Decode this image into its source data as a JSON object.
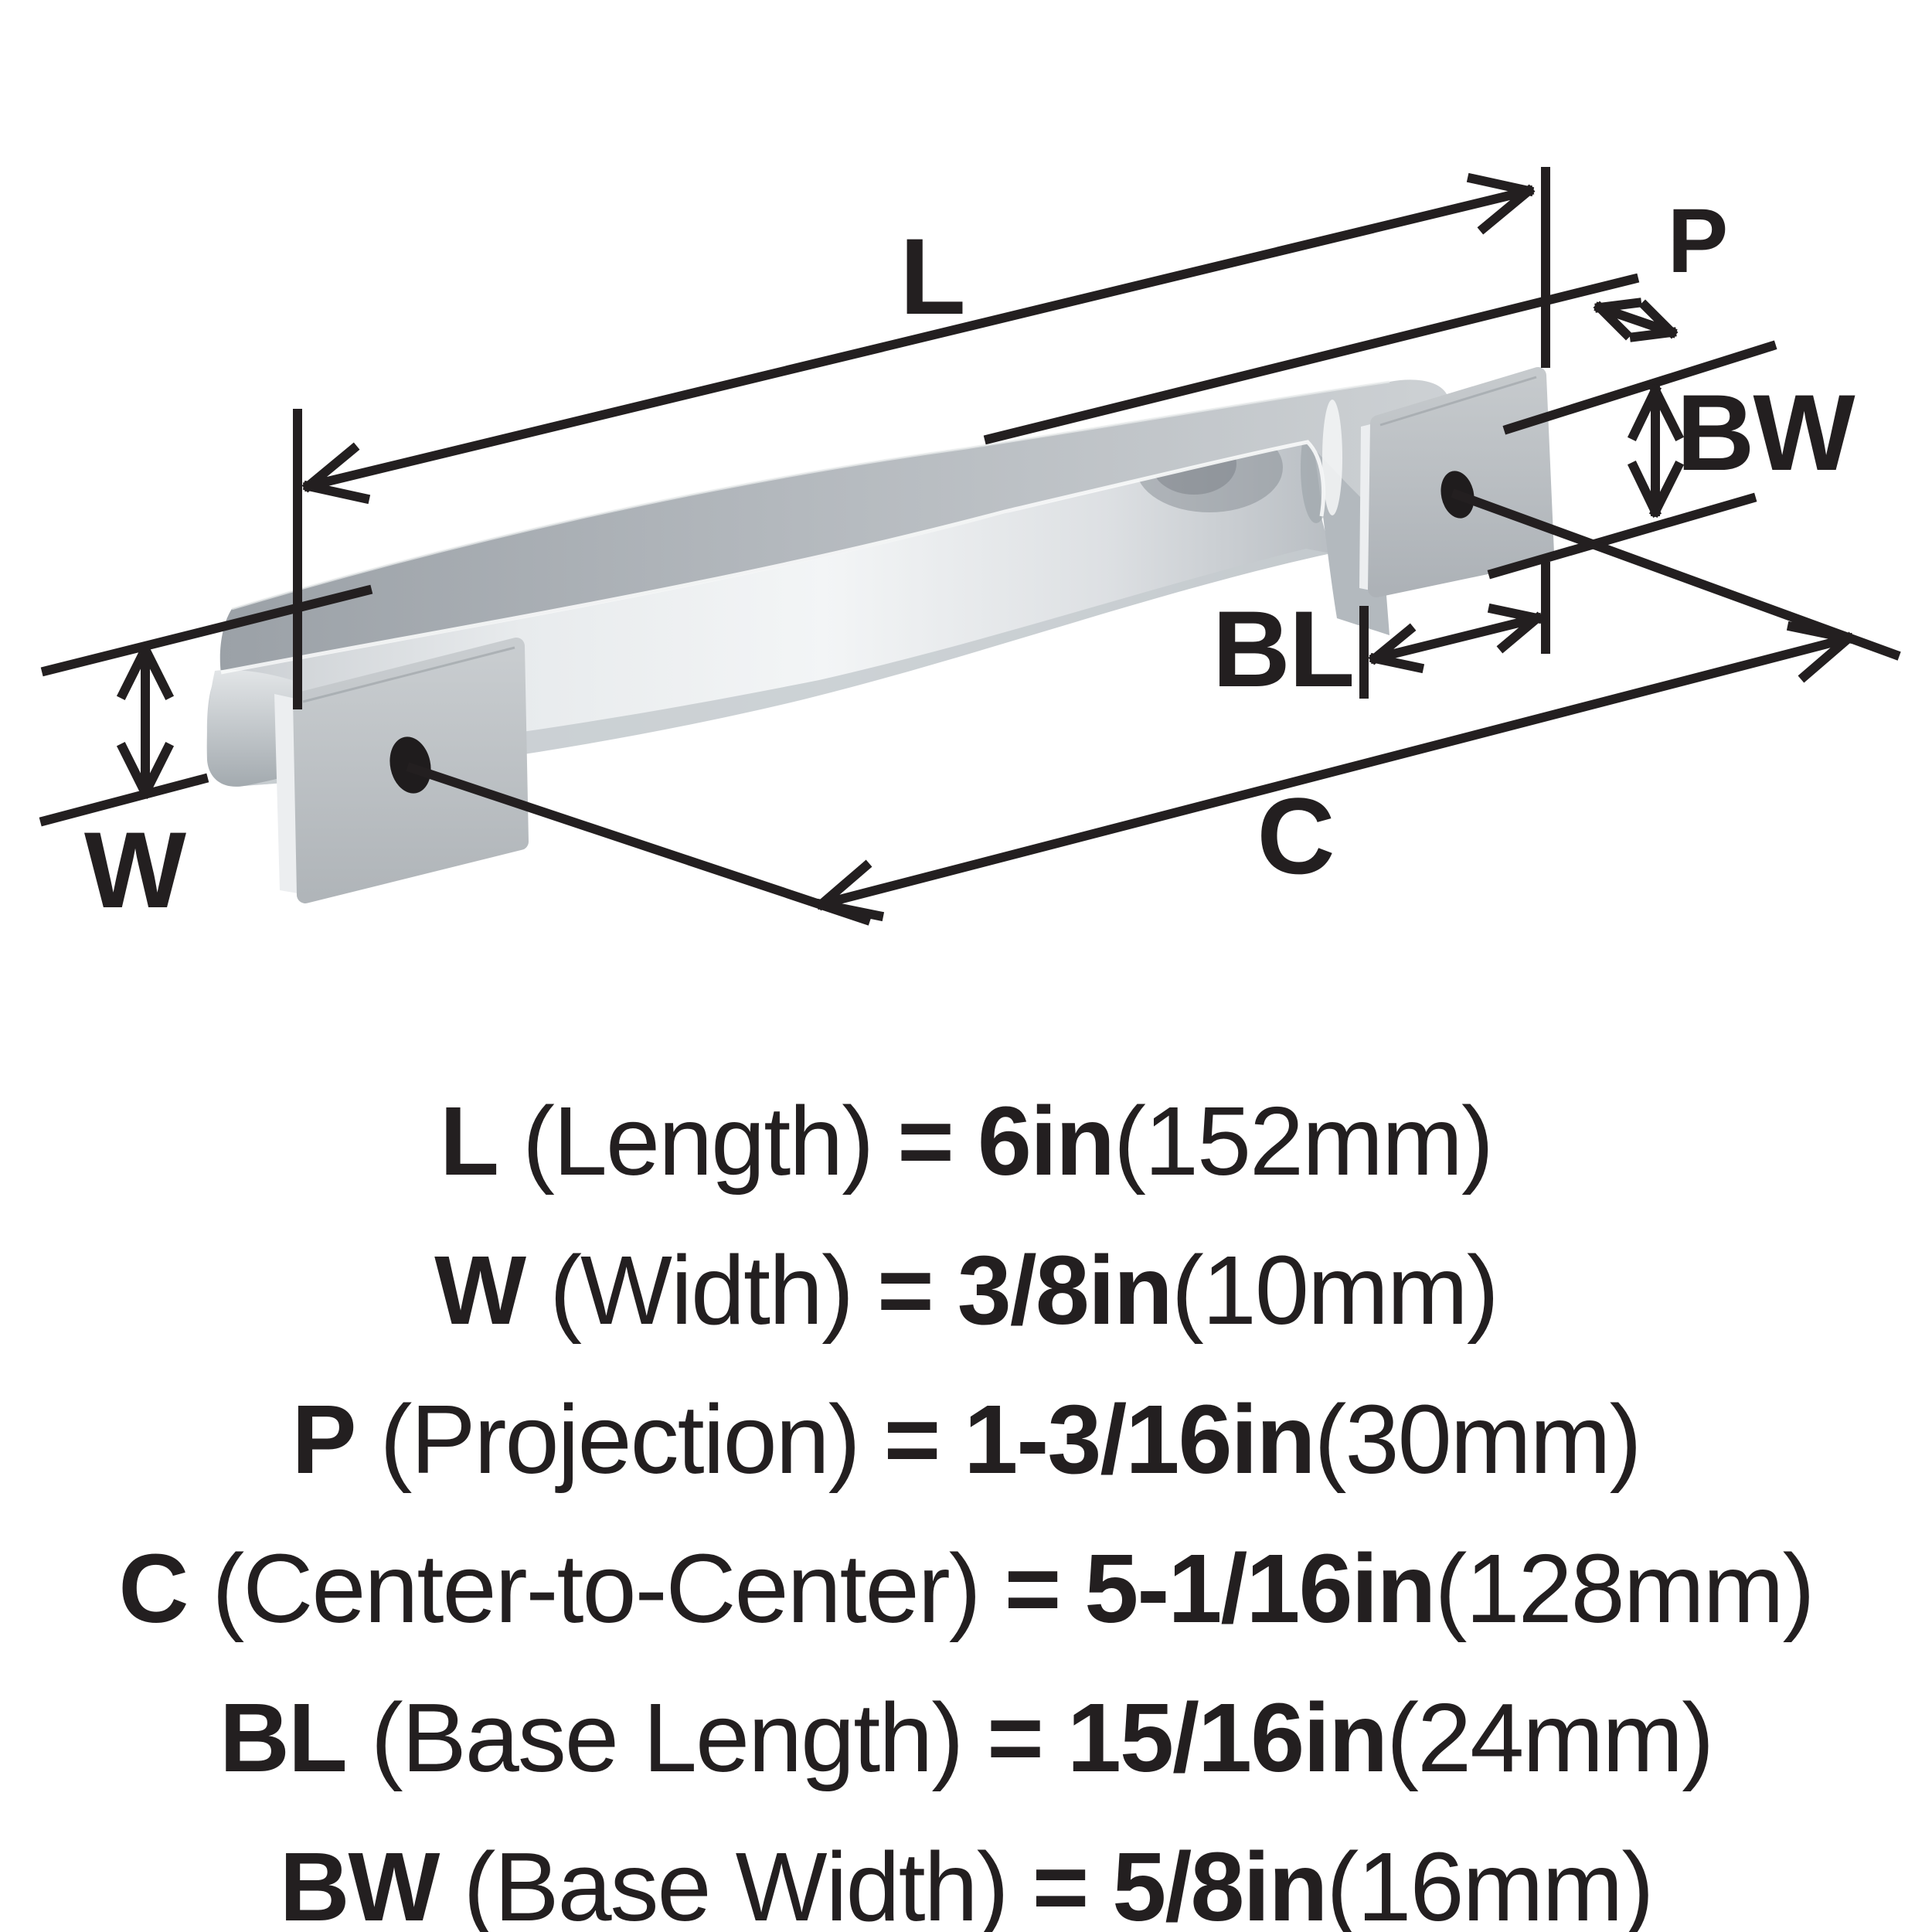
{
  "title": "Cabinet pull dimension diagram",
  "diagram": {
    "labels": {
      "length": "L",
      "projection": "P",
      "base_width": "BW",
      "base_length": "BL",
      "width": "W",
      "center_to_center": "C"
    }
  },
  "legend": {
    "rows": [
      {
        "sym": "L",
        "name": "(Length)",
        "eq": "=",
        "value": "6in",
        "metric": "(152mm)"
      },
      {
        "sym": "W",
        "name": "(Width)",
        "eq": "=",
        "value": "3/8in",
        "metric": "(10mm)"
      },
      {
        "sym": "P",
        "name": "(Projection)",
        "eq": "=",
        "value": "1-3/16in",
        "metric": "(30mm)"
      },
      {
        "sym": "C",
        "name": "(Center-to-Center)",
        "eq": "=",
        "value": "5-1/16in",
        "metric": "(128mm)"
      },
      {
        "sym": "BL",
        "name": "(Base Length)",
        "eq": "=",
        "value": "15/16in",
        "metric": "(24mm)"
      },
      {
        "sym": "BW",
        "name": "(Base Width)",
        "eq": "=",
        "value": "5/8in",
        "metric": "(16mm)"
      }
    ]
  },
  "colors": {
    "ink": "#231f20",
    "background": "#ffffff",
    "metal_light": "#eef1f2",
    "metal_mid": "#b3b8bd",
    "metal_dark": "#8f959a"
  }
}
